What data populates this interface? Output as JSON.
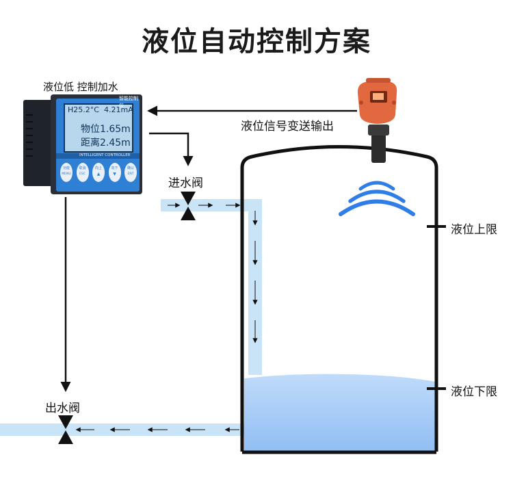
{
  "title": "液位自动控制方案",
  "controller": {
    "caption": "液位低 控制加水",
    "brand_text": "智能控制仪",
    "screen_line1_left": "H25.2°C",
    "screen_line1_right": "4.21mA",
    "screen_line2": "物位1.65m",
    "screen_line3": "距离2.45m",
    "model_text": "INTELLIGENT CONTROLLER",
    "buttons": [
      {
        "top": "功能",
        "bottom": "MENU"
      },
      {
        "top": "取消",
        "bottom": "ESC"
      },
      {
        "top": "向上",
        "bottom": "▲"
      },
      {
        "top": "向下",
        "bottom": "▼"
      },
      {
        "top": "确认",
        "bottom": "ENT"
      }
    ]
  },
  "labels": {
    "sensor_signal": "液位信号变送输出",
    "inlet_valve": "进水阀",
    "outlet_valve": "出水阀",
    "upper_limit": "液位上限",
    "lower_limit": "液位下限"
  },
  "colors": {
    "water": "#a9cdf7",
    "pipe": "#c9e3f7",
    "sensor": "#e2683f",
    "controller_body": "#2b3038",
    "controller_face": "#2f7fd4"
  }
}
